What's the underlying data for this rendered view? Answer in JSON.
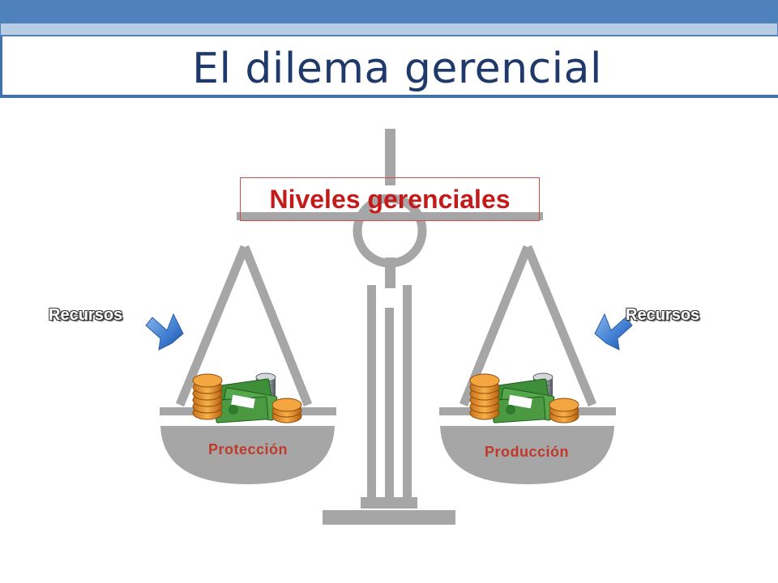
{
  "title": "El dilema gerencial",
  "center_label": "Niveles gerenciales",
  "left": {
    "arrow_label": "Recursos",
    "pan_label": "Protección"
  },
  "right": {
    "arrow_label": "Recursos",
    "pan_label": "Producción"
  },
  "colors": {
    "title": "#1f3a6a",
    "top_bar": "#4f81bd",
    "center_label": "#c41a1a",
    "pan_label": "#c0392b",
    "scale": "#a6a6a6"
  }
}
